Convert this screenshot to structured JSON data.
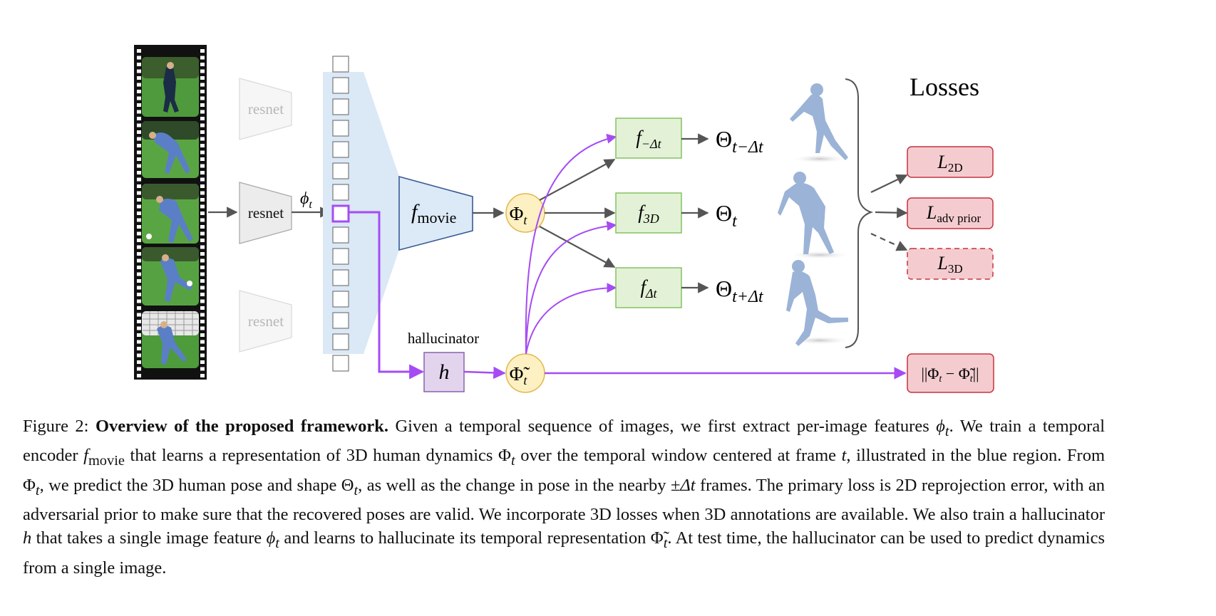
{
  "diagram": {
    "resnet_label": "resnet",
    "feature_label": "ϕ",
    "feature_sub": "t",
    "fmovie_label": "f",
    "fmovie_sub": "movie",
    "phi_label": "Φ",
    "phi_sub": "t",
    "phi_tilde_label": "Φ̃",
    "phi_tilde_sub": "t",
    "hallucinator_title": "hallucinator",
    "hallucinator_label": "h",
    "f_minus_label": "f",
    "f_minus_sub": "−Δt",
    "f_3d_label": "f",
    "f_3d_sub": "3D",
    "f_plus_label": "f",
    "f_plus_sub": "Δt",
    "theta_label": "Θ",
    "theta_minus_sub": "t−Δt",
    "theta_t_sub": "t",
    "theta_plus_sub": "t+Δt",
    "losses_title": "Losses",
    "loss_2d_label": "L",
    "loss_2d_sub": "2D",
    "loss_adv_label": "L",
    "loss_adv_sub": "adv prior",
    "loss_3d_label": "L",
    "loss_3d_sub": "3D",
    "loss_halluc_label": "||Φ",
    "loss_halluc_mid": " − Φ̃",
    "loss_halluc_end": "||",
    "loss_halluc_sub": "t"
  },
  "caption": {
    "figure_label": "Figure 2:",
    "bold_title": "Overview of the proposed framework.",
    "s1": "Given a temporal sequence of images, we first extract per-image features ",
    "s1_sym": "ϕ",
    "s1_sub": "t",
    "s1_end": ". We train a temporal encoder ",
    "s2_sym": "f",
    "s2_sub": "movie",
    "s2": " that learns a representation of 3D human dynamics ",
    "s2_sym2": "Φ",
    "s2_sub2": "t",
    "s3": " over the temporal window centered at frame ",
    "s3_sym": "t",
    "s3_end": ", illustrated in the blue region. From ",
    "s4_sym": "Φ",
    "s4_sub": "t",
    "s4": ", we predict the 3D human pose and shape ",
    "s4_sym2": "Θ",
    "s4_sub2": "t",
    "s5": ", as well as the change in pose in the nearby ",
    "s5_sym": "±Δt",
    "s5_end": " frames. The primary loss is 2D reprojection error, with an adversarial prior to make sure that the recovered poses are valid. We incorporate 3D losses when 3D annotations are available. We also train a hallucinator ",
    "s6_sym": "h",
    "s6": " that takes a single image feature ",
    "s6_sym2": "ϕ",
    "s6_sub2": "t",
    "s7": " and learns to hallucinate its temporal representation ",
    "s7_sym": "Φ̃",
    "s7_sub": "t",
    "s8": ". At test time, the hallucinator can be used to predict dynamics from a single image."
  },
  "colors": {
    "purple": "#a64bf4",
    "arrow_gray": "#555555",
    "blue_region": "#dbe8f6",
    "fmovie_fill": "#dce9f7",
    "fmovie_stroke": "#3a5a93",
    "node_fill": "#fdf0c2",
    "node_stroke": "#e2b84d",
    "green_fill": "#e3f2d6",
    "green_stroke": "#7cbf57",
    "loss_fill": "#f4ccd0",
    "loss_stroke": "#c7323f",
    "h_fill": "#e3d4ee",
    "h_stroke": "#8a62ad",
    "body_color": "#9bb3d6"
  }
}
